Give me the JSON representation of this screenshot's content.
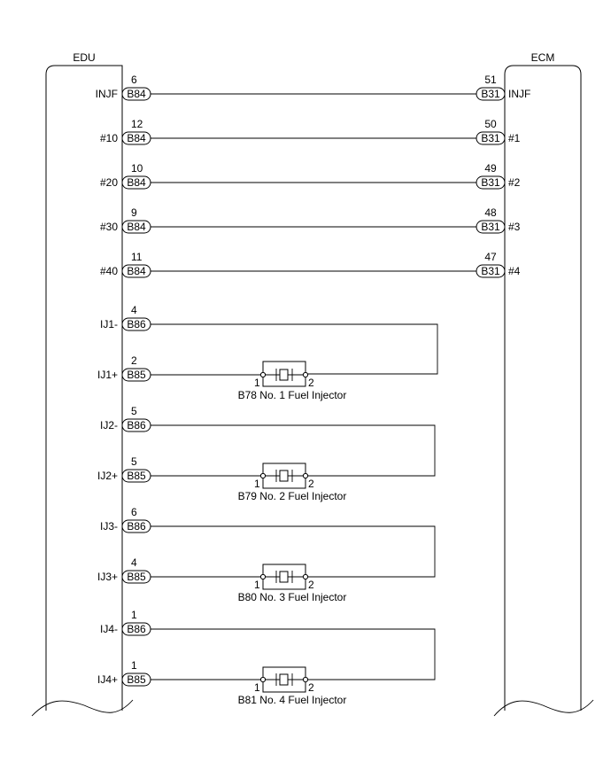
{
  "edu": {
    "label": "EDU"
  },
  "ecm": {
    "label": "ECM"
  },
  "edu_ecm_circuits": [
    {
      "edu_pin_label": "INJF",
      "edu_pin_no": "6",
      "edu_connector": "B84",
      "ecm_pin_no": "51",
      "ecm_connector": "B31",
      "ecm_pin_label": "INJF"
    },
    {
      "edu_pin_label": "#10",
      "edu_pin_no": "12",
      "edu_connector": "B84",
      "ecm_pin_no": "50",
      "ecm_connector": "B31",
      "ecm_pin_label": "#1"
    },
    {
      "edu_pin_label": "#20",
      "edu_pin_no": "10",
      "edu_connector": "B84",
      "ecm_pin_no": "49",
      "ecm_connector": "B31",
      "ecm_pin_label": "#2"
    },
    {
      "edu_pin_label": "#30",
      "edu_pin_no": "9",
      "edu_connector": "B84",
      "ecm_pin_no": "48",
      "ecm_connector": "B31",
      "ecm_pin_label": "#3"
    },
    {
      "edu_pin_label": "#40",
      "edu_pin_no": "11",
      "edu_connector": "B84",
      "ecm_pin_no": "47",
      "ecm_connector": "B31",
      "ecm_pin_label": "#4"
    }
  ],
  "injector_circuits": [
    {
      "minus_label": "IJ1-",
      "minus_pin_no": "4",
      "minus_connector": "B86",
      "plus_label": "IJ1+",
      "plus_pin_no": "2",
      "plus_connector": "B85",
      "injector_pin1": "1",
      "injector_pin2": "2",
      "injector_label": "B78 No. 1 Fuel Injector"
    },
    {
      "minus_label": "IJ2-",
      "minus_pin_no": "5",
      "minus_connector": "B86",
      "plus_label": "IJ2+",
      "plus_pin_no": "5",
      "plus_connector": "B85",
      "injector_pin1": "1",
      "injector_pin2": "2",
      "injector_label": "B79 No. 2 Fuel Injector"
    },
    {
      "minus_label": "IJ3-",
      "minus_pin_no": "6",
      "minus_connector": "B86",
      "plus_label": "IJ3+",
      "plus_pin_no": "4",
      "plus_connector": "B85",
      "injector_pin1": "1",
      "injector_pin2": "2",
      "injector_label": "B80 No. 3 Fuel Injector"
    },
    {
      "minus_label": "IJ4-",
      "minus_pin_no": "1",
      "minus_connector": "B86",
      "plus_label": "IJ4+",
      "plus_pin_no": "1",
      "plus_connector": "B85",
      "injector_pin1": "1",
      "injector_pin2": "2",
      "injector_label": "B81 No. 4 Fuel Injector"
    }
  ]
}
